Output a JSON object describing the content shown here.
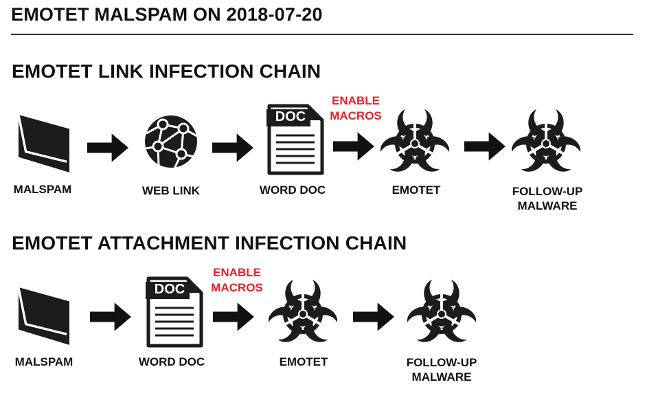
{
  "page": {
    "title": "EMOTET MALSPAM ON 2018-07-20"
  },
  "link_chain": {
    "title": "EMOTET LINK INFECTION CHAIN",
    "steps": [
      {
        "label": "MALSPAM",
        "icon": "envelope-icon"
      },
      {
        "label": "WEB LINK",
        "icon": "network-globe-icon"
      },
      {
        "label": "WORD DOC",
        "icon": "doc-file-icon"
      },
      {
        "label": "EMOTET",
        "icon": "biohazard-icon"
      },
      {
        "label_line1": "FOLLOW-UP",
        "label_line2": "MALWARE",
        "icon": "biohazard-icon"
      }
    ],
    "note": {
      "line1": "ENABLE",
      "line2": "MACROS"
    }
  },
  "attachment_chain": {
    "title": "EMOTET ATTACHMENT INFECTION CHAIN",
    "steps": [
      {
        "label": "MALSPAM",
        "icon": "envelope-icon"
      },
      {
        "label": "WORD DOC",
        "icon": "doc-file-icon"
      },
      {
        "label": "EMOTET",
        "icon": "biohazard-icon"
      },
      {
        "label_line1": "FOLLOW-UP",
        "label_line2": "MALWARE",
        "icon": "biohazard-icon"
      }
    ],
    "note": {
      "line1": "ENABLE",
      "line2": "MACROS"
    }
  },
  "doc_icon_text": "DOC",
  "colors": {
    "accent_red": "#e8202a",
    "icon_dark": "#1c1c1c"
  }
}
